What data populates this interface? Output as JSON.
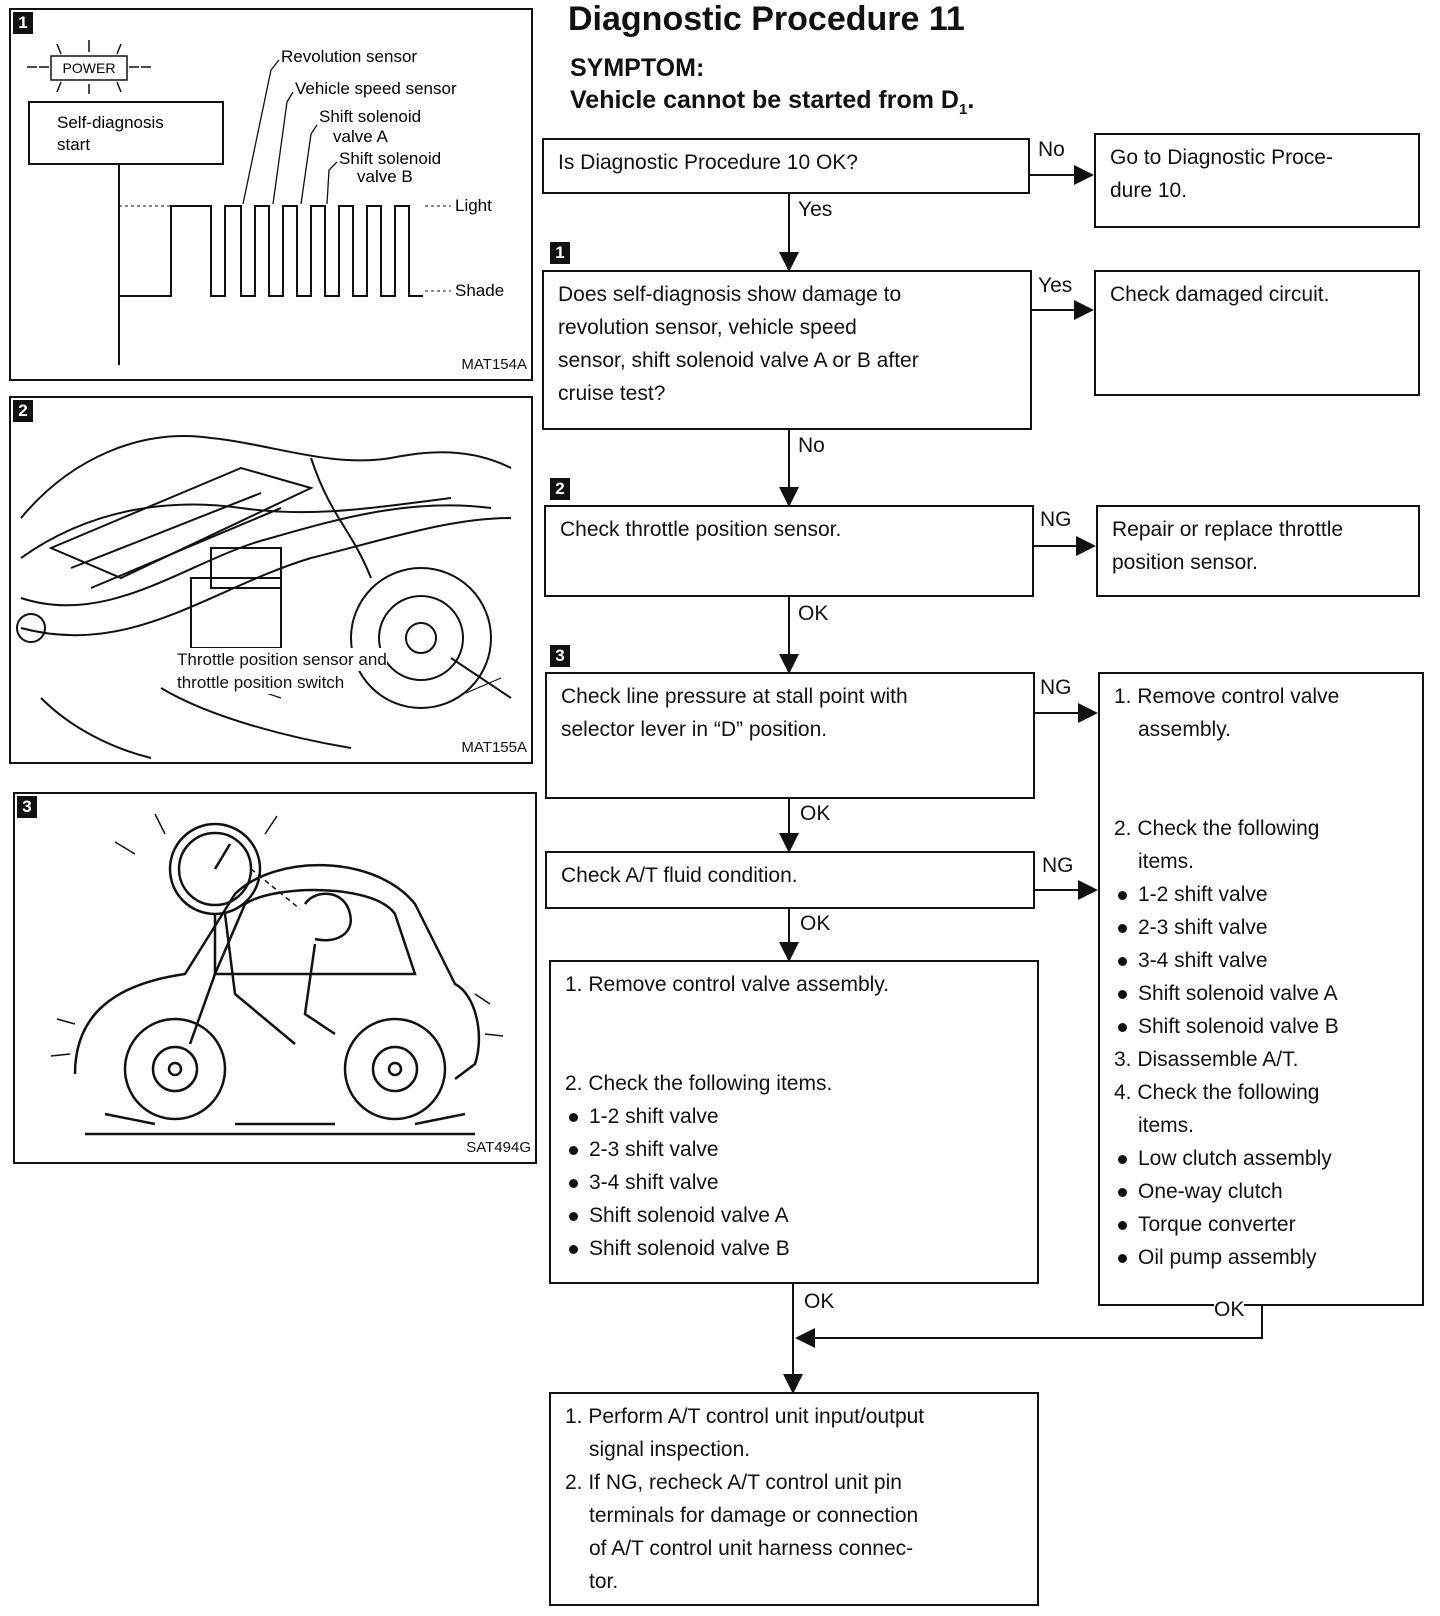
{
  "header": {
    "title": "Diagnostic Procedure 11",
    "symptom_label": "SYMPTOM:",
    "symptom_text": "Vehicle cannot be started from D",
    "symptom_sub": "1",
    "symptom_end": "."
  },
  "figures": {
    "fig1": {
      "step": "1",
      "power": "POWER",
      "start": "Self-diagnosis start",
      "revolution": "Revolution sensor",
      "vehicle_speed": "Vehicle speed sensor",
      "solenoid_a": "Shift solenoid valve A",
      "solenoid_b": "Shift solenoid valve B",
      "light": "Light",
      "shade": "Shade",
      "code": "MAT154A"
    },
    "fig2": {
      "step": "2",
      "caption": "Throttle position sensor and throttle position switch",
      "code": "MAT155A"
    },
    "fig3": {
      "step": "3",
      "code": "SAT494G"
    }
  },
  "flow": {
    "q10": "Is Diagnostic Procedure 10 OK?",
    "q10_no": "No",
    "go10": "Go to Diagnostic Proce- dure 10.",
    "q10_yes": "Yes",
    "step1": "1",
    "q1": "Does self-diagnosis show damage to revolution sensor, vehicle speed sensor, shift solenoid valve A or B after cruise test?",
    "q1_yes": "Yes",
    "check_circuit": "Check damaged circuit.",
    "q1_no": "No",
    "step2": "2",
    "q2": "Check throttle position sensor.",
    "q2_ng": "NG",
    "repair_tps": "Repair or replace throttle position sensor.",
    "q2_ok": "OK",
    "step3": "3",
    "q3": "Check line pressure at stall point with selector lever in “D” position.",
    "q3_ng": "NG",
    "q3_ok": "OK",
    "q4": "Check A/T fluid condition.",
    "q4_ng": "NG",
    "q4_ok": "OK",
    "right_list": {
      "s1a": "1. Remove control valve",
      "s1b": "assembly.",
      "s2a": "2. Check the following",
      "s2b": "items.",
      "items1": [
        "1-2 shift valve",
        "2-3 shift valve",
        "3-4 shift valve",
        "Shift solenoid valve A",
        "Shift solenoid valve B"
      ],
      "s3": "3. Disassemble A/T.",
      "s4a": "4. Check the following",
      "s4b": "items.",
      "items2": [
        "Low clutch assembly",
        "One-way clutch",
        "Torque converter",
        "Oil pump assembly"
      ]
    },
    "right_ok": "OK",
    "center_list": {
      "s1": "1. Remove control valve assembly.",
      "s2": "2. Check the following items.",
      "items": [
        "1-2 shift valve",
        "2-3 shift valve",
        "3-4 shift valve",
        "Shift solenoid valve A",
        "Shift solenoid valve B"
      ]
    },
    "center_ok": "OK",
    "final": {
      "s1a": "1. Perform A/T control unit input/output",
      "s1b": "signal inspection.",
      "s2a": "2. If NG, recheck A/T control unit pin",
      "s2b": "terminals for damage or connection",
      "s2c": "of A/T control unit harness connec-",
      "s2d": "tor."
    }
  }
}
